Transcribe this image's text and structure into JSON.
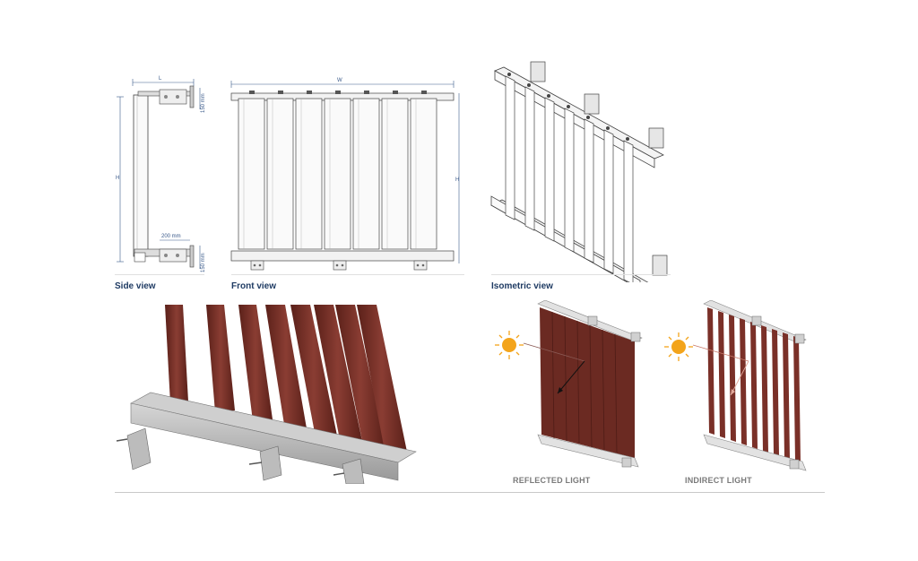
{
  "side_view": {
    "caption": "Side view",
    "dim_length": "L",
    "dim_height": "H",
    "dim_top": "150 mm",
    "dim_bottom": "150 mm",
    "dim_offset": "200 mm"
  },
  "front_view": {
    "caption": "Front view",
    "dim_width": "W",
    "dim_height": "H"
  },
  "isometric_view": {
    "caption": "Isometric view"
  },
  "light_modes": {
    "reflected": "REFLECTED LIGHT",
    "indirect": "INDIRECT LIGHT"
  },
  "colors": {
    "caption": "#1f3b63",
    "wood": "#6b2a22",
    "wood_light": "#8a3d33",
    "steel": "#b8b8b8",
    "sun": "#f3a41b",
    "line": "#555555"
  }
}
